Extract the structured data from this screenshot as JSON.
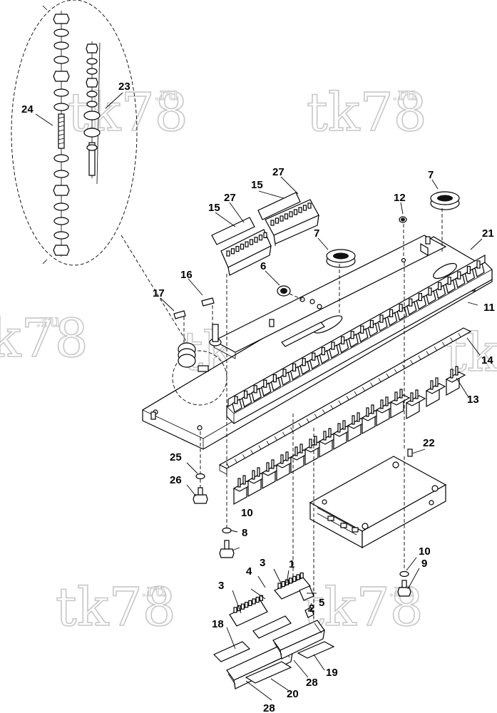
{
  "watermark": {
    "main": "tk78",
    "sup": ".ru"
  },
  "callouts": {
    "c1": "1",
    "c2": "2",
    "c3a": "3",
    "c3b": "3",
    "c4": "4",
    "c5": "5",
    "c6": "6",
    "c7a": "7",
    "c7b": "7",
    "c8": "8",
    "c9": "9",
    "c10a": "10",
    "c10b": "10",
    "c11": "11",
    "c12": "12",
    "c13": "13",
    "c14": "14",
    "c15a": "15",
    "c15b": "15",
    "c16": "16",
    "c17": "17",
    "c18": "18",
    "c19": "19",
    "c20": "20",
    "c21": "21",
    "c22": "22",
    "c23": "23",
    "c24": "24",
    "c25": "25",
    "c26": "26",
    "c27a": "27",
    "c27b": "27",
    "c28a": "28",
    "c28b": "28"
  },
  "colors": {
    "line": "#000000",
    "watermark": "#c8c8c8",
    "background": "#ffffff"
  }
}
